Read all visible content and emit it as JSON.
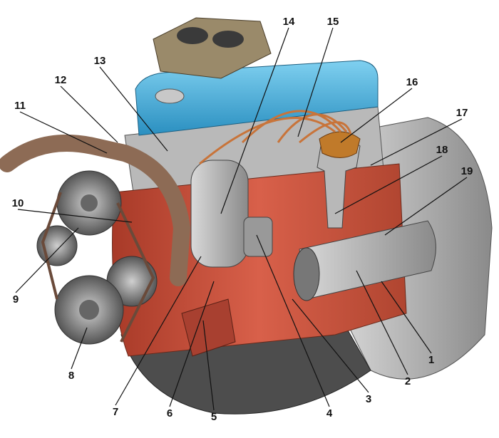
{
  "diagram": {
    "subject": "engine-illustration",
    "colors": {
      "block": "#c8503a",
      "valve_cover": "#3fa9d8",
      "metal": "#a9a9a9",
      "dark": "#4a4a4a",
      "copper": "#c8743a"
    },
    "callouts": [
      {
        "label": "1"
      },
      {
        "label": "2"
      },
      {
        "label": "3"
      },
      {
        "label": "4"
      },
      {
        "label": "5"
      },
      {
        "label": "6"
      },
      {
        "label": "7"
      },
      {
        "label": "8"
      },
      {
        "label": "9"
      },
      {
        "label": "10"
      },
      {
        "label": "11"
      },
      {
        "label": "12"
      },
      {
        "label": "13"
      },
      {
        "label": "14"
      },
      {
        "label": "15"
      },
      {
        "label": "16"
      },
      {
        "label": "17"
      },
      {
        "label": "18"
      },
      {
        "label": "19"
      }
    ]
  }
}
